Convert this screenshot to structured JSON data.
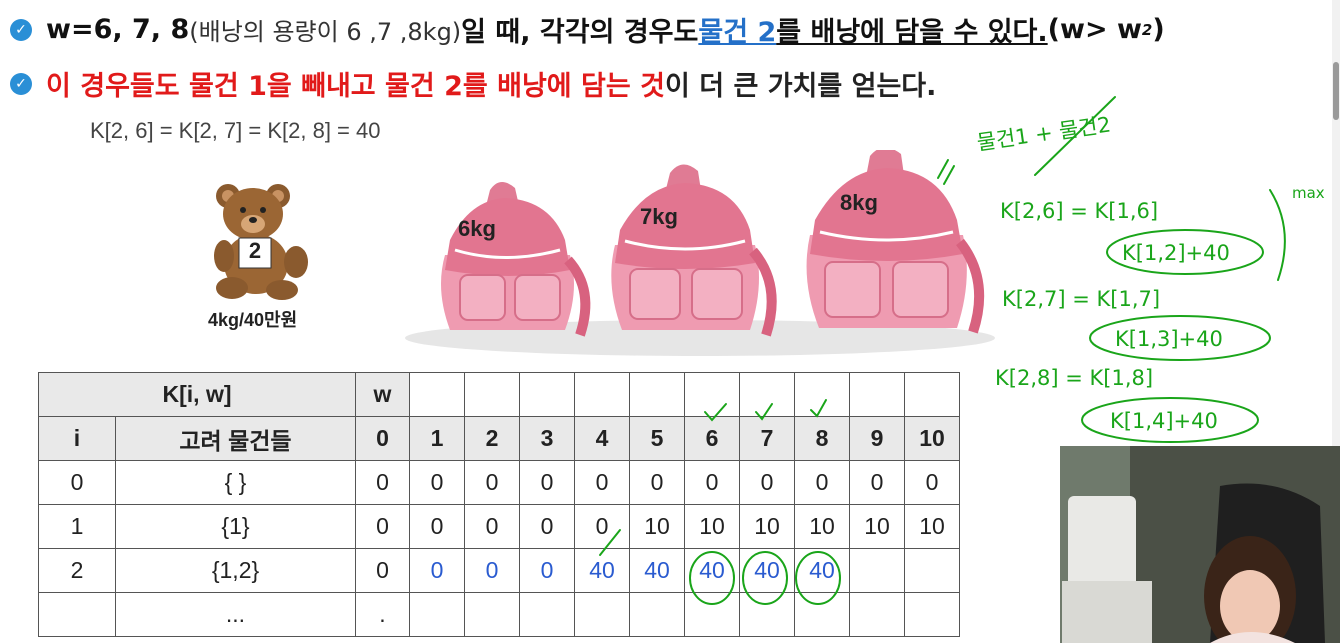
{
  "bullets": {
    "line1": {
      "part1": "w=6, 7, 8 ",
      "part2": "(배낭의 용량이 6 ,7 ,8kg)",
      "part3": " 일 때, 각각의 경우도 ",
      "part4": "물건 2",
      "part5": "를 배낭에 담을 수 있다.",
      "part6": " (w> w",
      "part7": "2",
      "part8": ")"
    },
    "line2": {
      "red_text": "이 경우들도 물건 1을 빼내고 물건 2를 배낭에 담는 것",
      "rest_text": "이 더 큰 가치를 얻는다."
    }
  },
  "formula": "K[2, 6] = K[2, 7] = K[2, 8] = 40",
  "item": {
    "number": "2",
    "label": "4kg/40만원"
  },
  "backpacks": [
    {
      "label": "6kg"
    },
    {
      "label": "7kg"
    },
    {
      "label": "8kg"
    }
  ],
  "table": {
    "header1": {
      "k_label": "K[i, w]",
      "w_label": "w"
    },
    "header2": {
      "i_label": "i",
      "items_label": "고려 물건들",
      "weights": [
        "0",
        "1",
        "2",
        "3",
        "4",
        "5",
        "6",
        "7",
        "8",
        "9",
        "10"
      ]
    },
    "rows": [
      {
        "i": "0",
        "items": "{ }",
        "values": [
          "0",
          "0",
          "0",
          "0",
          "0",
          "0",
          "0",
          "0",
          "0",
          "0",
          "0"
        ]
      },
      {
        "i": "1",
        "items": "{1}",
        "values": [
          "0",
          "0",
          "0",
          "0",
          "0",
          "10",
          "10",
          "10",
          "10",
          "10",
          "10"
        ]
      },
      {
        "i": "2",
        "items": "{1,2}",
        "values": [
          "0",
          "0",
          "0",
          "0",
          "40",
          "40",
          "40",
          "40",
          "40",
          "",
          ""
        ]
      },
      {
        "i": "",
        "items": "...",
        "values": [
          ".",
          "",
          "",
          "",
          "",
          "",
          "",
          "",
          "",
          "",
          ""
        ]
      }
    ]
  },
  "annotations": {
    "line_a": "물건1 + 물건2",
    "max": "max",
    "eq1": "K[2,6] = K[1,6]",
    "eq1b": "K[1,2]+40",
    "eq2": "K[2,7] = K[1,7]",
    "eq2b": "K[1,3]+40",
    "eq3": "K[2,8] = K[1,8]",
    "eq3b": "K[1,4]+40"
  },
  "colors": {
    "blue_value": "#2a5bd0",
    "red_text": "#e11a1a",
    "ink": "#1aa51a",
    "bag_pink": "#e8839c"
  }
}
